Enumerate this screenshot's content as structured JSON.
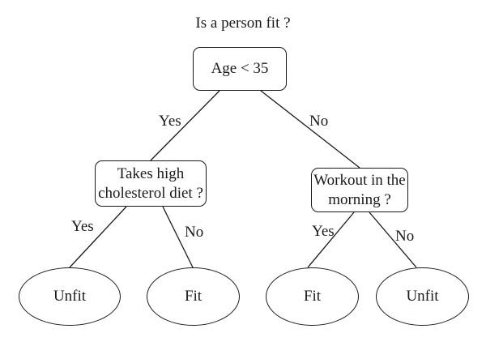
{
  "title": "Is a person fit ?",
  "root": {
    "question": "Age < 35",
    "yes_label": "Yes",
    "no_label": "No"
  },
  "left": {
    "question": "Takes high\ncholesterol diet ?",
    "yes_label": "Yes",
    "no_label": "No",
    "yes_leaf": "Unfit",
    "no_leaf": "Fit"
  },
  "right": {
    "question": "Workout in the\nmorning ?",
    "yes_label": "Yes",
    "no_label": "No",
    "yes_leaf": "Fit",
    "no_leaf": "Unfit"
  }
}
